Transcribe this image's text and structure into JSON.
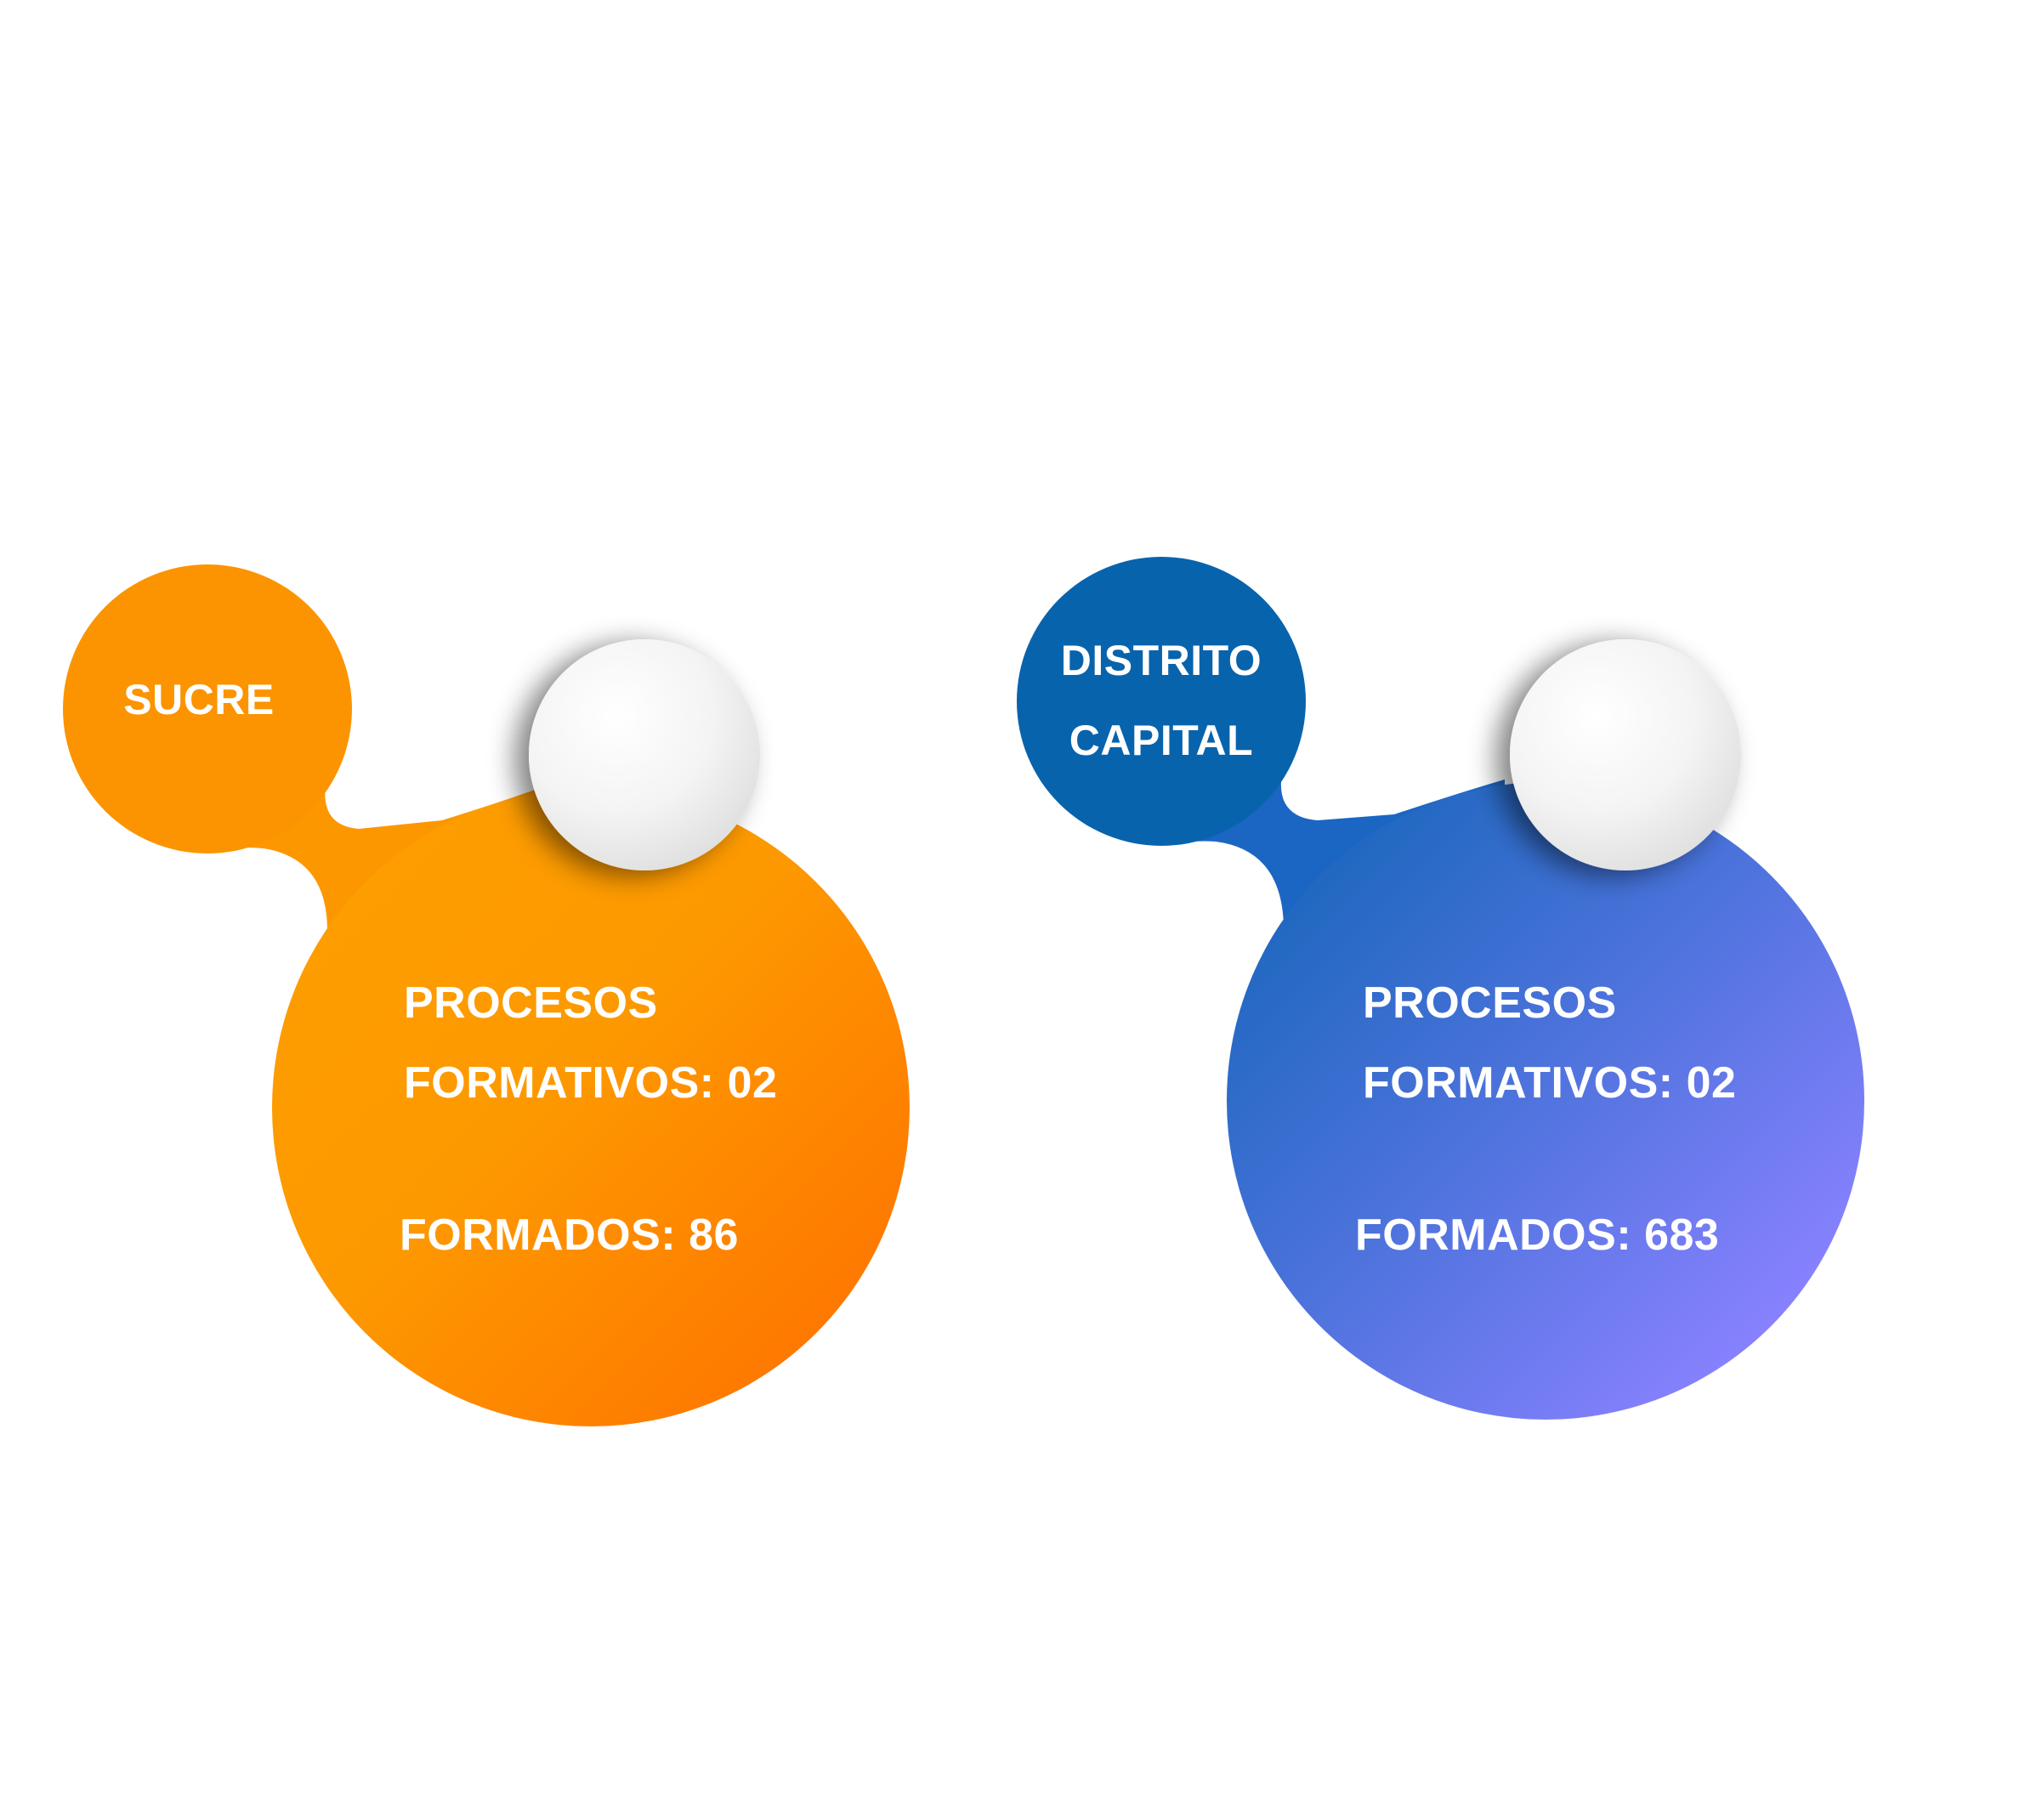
{
  "cards": [
    {
      "id": "sucre",
      "region_lines": [
        "SUCRE"
      ],
      "procesos_lines": [
        "PROCESOS",
        "FORMATIVOS: 02"
      ],
      "formados": "FORMADOS: 86",
      "colors": {
        "small": "#fb9400",
        "gradient_start": "#fd9f00",
        "gradient_end": "#ff7200"
      }
    },
    {
      "id": "distrito-capital",
      "region_lines": [
        "DISTRITO",
        "CAPITAL"
      ],
      "procesos_lines": [
        "PROCESOS",
        "FORMATIVOS: 02"
      ],
      "formados": "FORMADOS: 683",
      "colors": {
        "small": "#0863ad",
        "gradient_start": "#1565bd",
        "gradient_end": "#8882ff"
      }
    }
  ]
}
